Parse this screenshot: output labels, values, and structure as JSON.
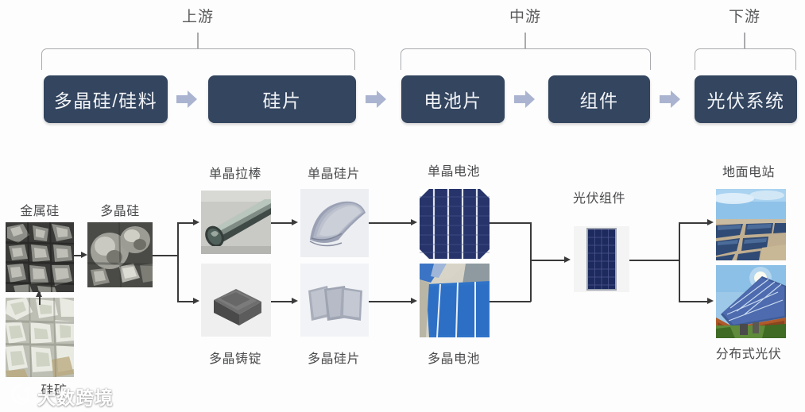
{
  "tiers": [
    {
      "label": "上游"
    },
    {
      "label": "中游"
    },
    {
      "label": "下游"
    }
  ],
  "chain": {
    "boxes": [
      {
        "label": "多晶硅/硅料"
      },
      {
        "label": "硅片"
      },
      {
        "label": "电池片"
      },
      {
        "label": "组件"
      },
      {
        "label": "光伏系统"
      }
    ],
    "box_color": "#33455f",
    "box_text_color": "#f2f4f7",
    "arrow_color": "#aab4d0",
    "bracket_color": "#a9abae"
  },
  "flow": {
    "captions": {
      "metal_silicon": "金属硅",
      "silicon_ore": "硅矿",
      "polysilicon": "多晶硅",
      "mono_rod": "单晶拉棒",
      "poly_ingot": "多晶铸锭",
      "mono_wafer": "单晶硅片",
      "poly_wafer": "多晶硅片",
      "mono_cell": "单晶电池",
      "poly_cell": "多晶电池",
      "pv_module": "光伏组件",
      "ground_station": "地面电站",
      "distributed_pv": "分布式光伏"
    },
    "line_color": "#3a3a3a"
  },
  "watermark": {
    "text": "大数跨境",
    "logo": "circle-logo-icon"
  }
}
